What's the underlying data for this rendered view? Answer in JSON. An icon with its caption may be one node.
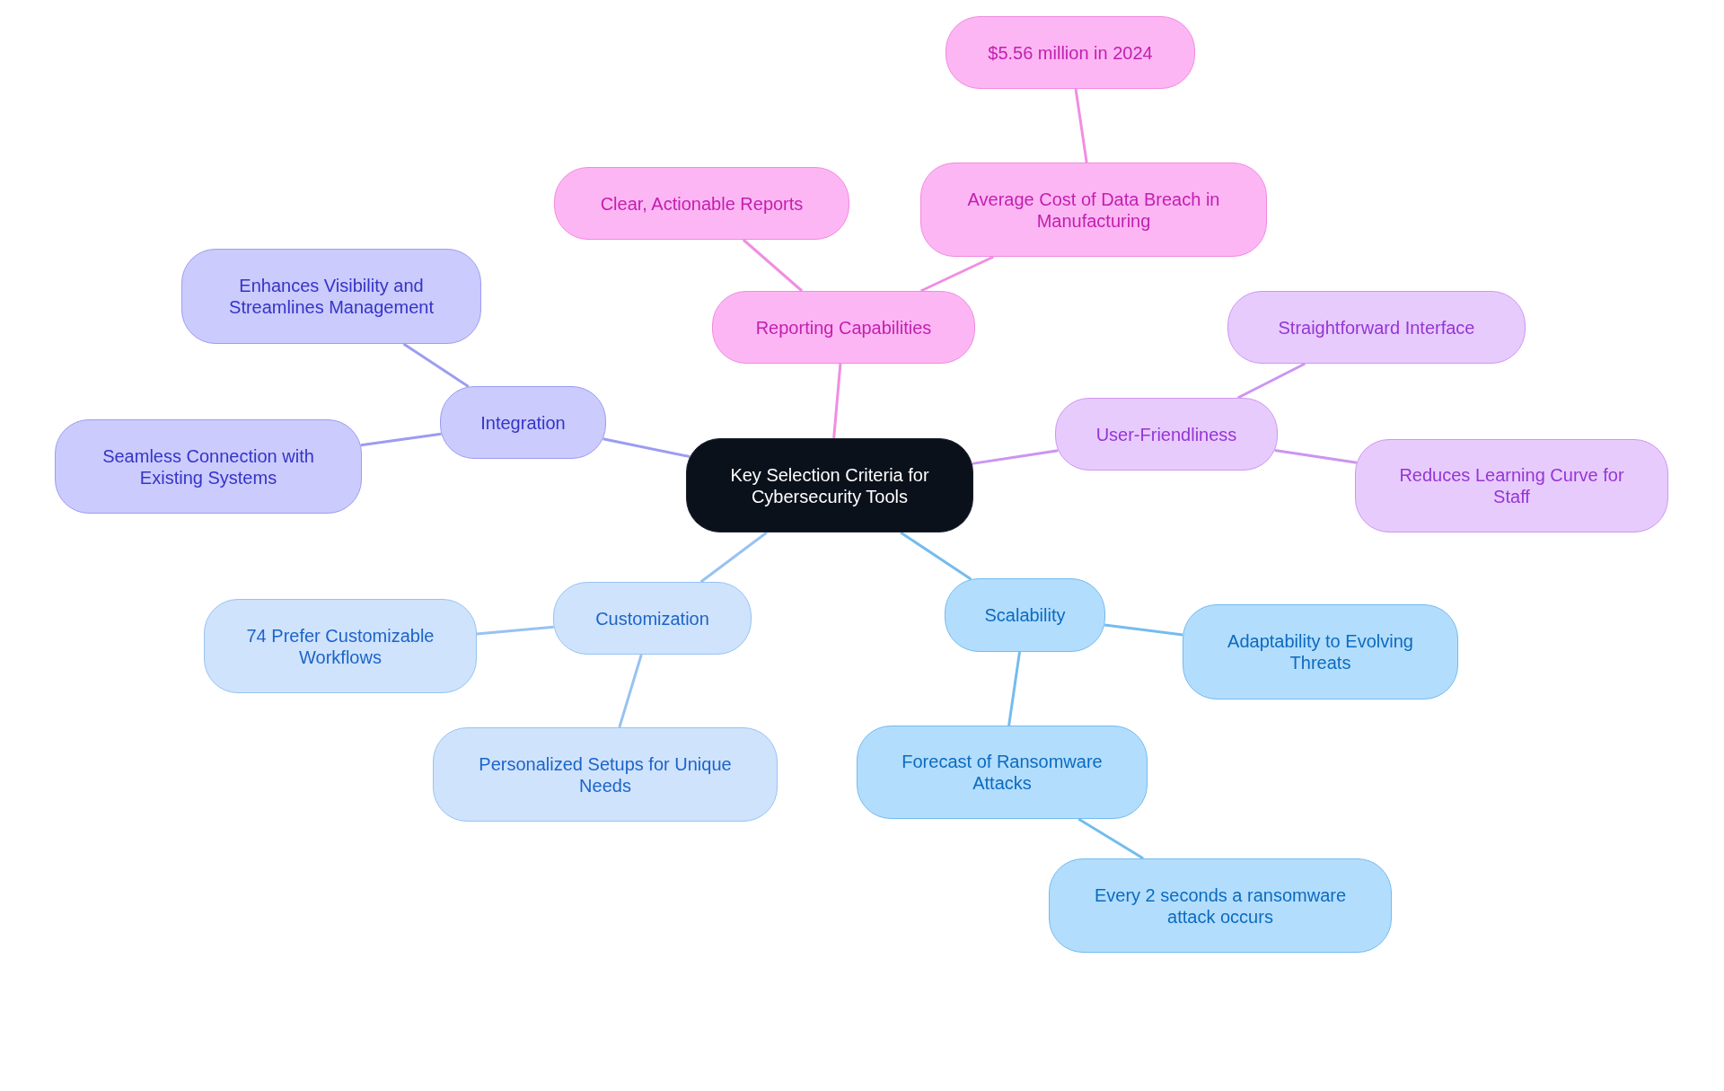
{
  "diagram": {
    "nodes": [
      {
        "text": [
          "Key Selection Criteria for Cybersecurity Tools"
        ]
      },
      {
        "text": [
          "Reporting Capabilities"
        ]
      },
      {
        "text": [
          "Clear, Actionable Reports"
        ]
      },
      {
        "text": [
          "Average Cost of Data Breach in Manufacturing"
        ]
      },
      {
        "text": [
          "$5.56 million in 2024"
        ]
      },
      {
        "text": [
          "Integration"
        ]
      },
      {
        "text": [
          "Enhances Visibility and Streamlines Management"
        ]
      },
      {
        "text": [
          "Seamless Connection with Existing Systems"
        ]
      },
      {
        "text": [
          "User-Friendliness"
        ]
      },
      {
        "text": [
          "Straightforward Interface"
        ]
      },
      {
        "text": [
          "Reduces Learning Curve for Staff"
        ]
      },
      {
        "text": [
          "Customization"
        ]
      },
      {
        "text": [
          "74 Prefer Customizable Workflows"
        ]
      },
      {
        "text": [
          "Personalized Setups for Unique Needs"
        ]
      },
      {
        "text": [
          "Scalability"
        ]
      },
      {
        "text": [
          "Adaptability to Evolving Threats"
        ]
      },
      {
        "text": [
          "Forecast of Ransomware Attacks"
        ]
      },
      {
        "text": [
          "Every 2 seconds a ransomware attack occurs"
        ]
      }
    ],
    "edges": [
      {
        "from": 0,
        "to": 1,
        "arrow": "none",
        "color": "#f08ee2"
      },
      {
        "from": 1,
        "to": 2,
        "arrow": "none",
        "color": "#f08ee2"
      },
      {
        "from": 1,
        "to": 3,
        "arrow": "none",
        "color": "#f08ee2"
      },
      {
        "from": 3,
        "to": 4,
        "arrow": "none",
        "color": "#f08ee2"
      },
      {
        "from": 0,
        "to": 5,
        "arrow": "none",
        "color": "#9c9cf1"
      },
      {
        "from": 5,
        "to": 6,
        "arrow": "none",
        "color": "#9c9cf1"
      },
      {
        "from": 5,
        "to": 7,
        "arrow": "none",
        "color": "#9c9cf1"
      },
      {
        "from": 0,
        "to": 8,
        "arrow": "none",
        "color": "#cb95f1"
      },
      {
        "from": 8,
        "to": 9,
        "arrow": "none",
        "color": "#cb95f1"
      },
      {
        "from": 8,
        "to": 10,
        "arrow": "none",
        "color": "#cb95f1"
      },
      {
        "from": 0,
        "to": 11,
        "arrow": "none",
        "color": "#98c2f2"
      },
      {
        "from": 11,
        "to": 12,
        "arrow": "none",
        "color": "#98c2f2"
      },
      {
        "from": 11,
        "to": 13,
        "arrow": "none",
        "color": "#98c2f2"
      },
      {
        "from": 0,
        "to": 14,
        "arrow": "none",
        "color": "#74bcee"
      },
      {
        "from": 14,
        "to": 15,
        "arrow": "none",
        "color": "#74bcee"
      },
      {
        "from": 14,
        "to": 16,
        "arrow": "none",
        "color": "#74bcee"
      },
      {
        "from": 16,
        "to": 17,
        "arrow": "none",
        "color": "#74bcee"
      }
    ]
  }
}
